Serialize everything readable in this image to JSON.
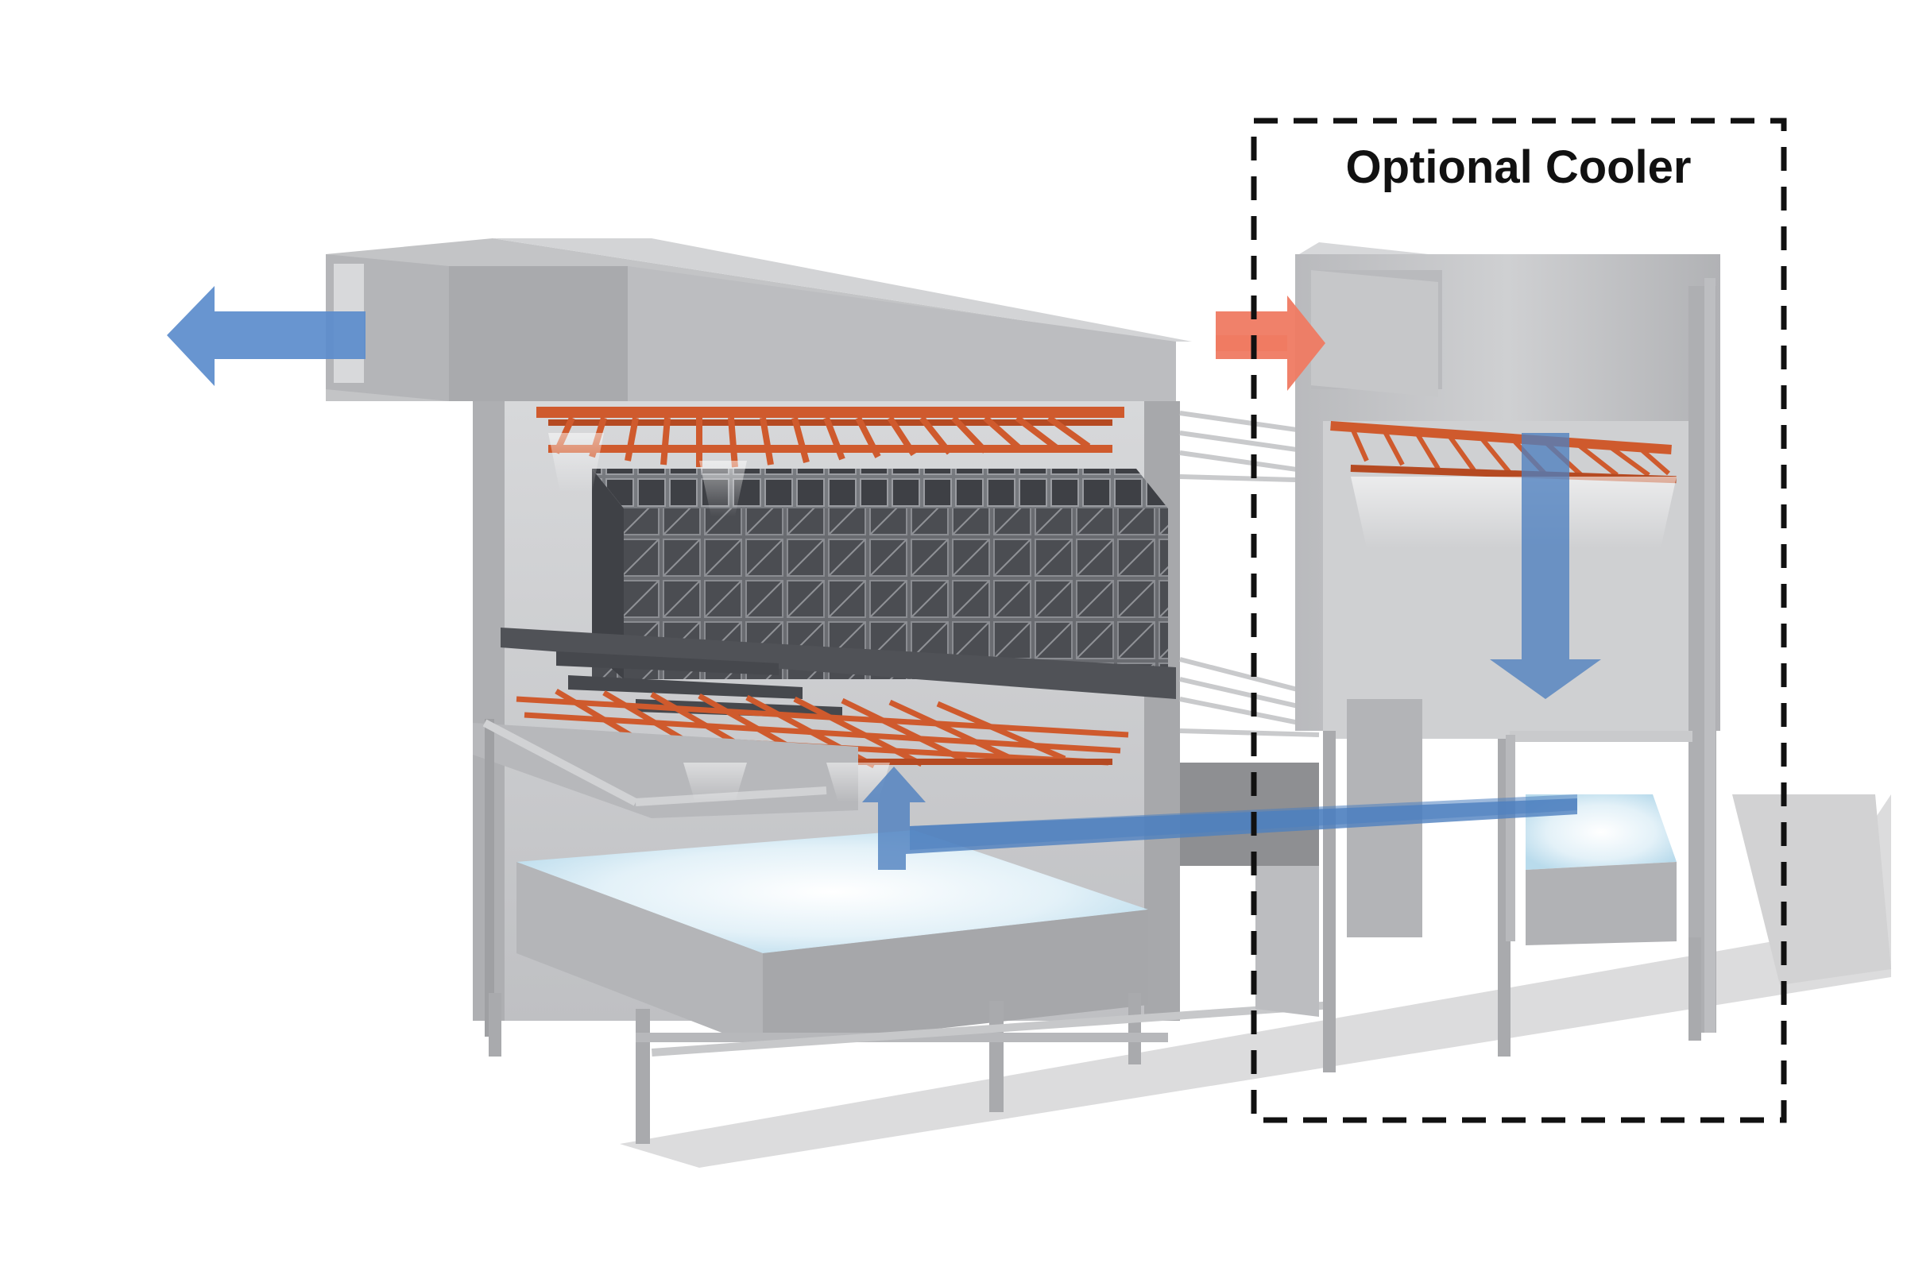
{
  "diagram": {
    "optional_box": {
      "label": "Optional Cooler"
    },
    "colors": {
      "housing": "#c4c5c7",
      "housing_dark": "#9b9c9f",
      "housing_shadow": "#b3b4b7",
      "water": "#dceef7",
      "air_out": "#5b8ccc",
      "air_in": "#ef7a62",
      "spray_pipe": "#cf5a2d",
      "packing": "#5e6065",
      "dashed_box": "#111111"
    },
    "arrows": {
      "exhaust": "air-out-arrow",
      "intake": "air-in-arrow",
      "cooler_down": "down-flow-arrow",
      "recirculation": "recirculation-arrow"
    }
  }
}
